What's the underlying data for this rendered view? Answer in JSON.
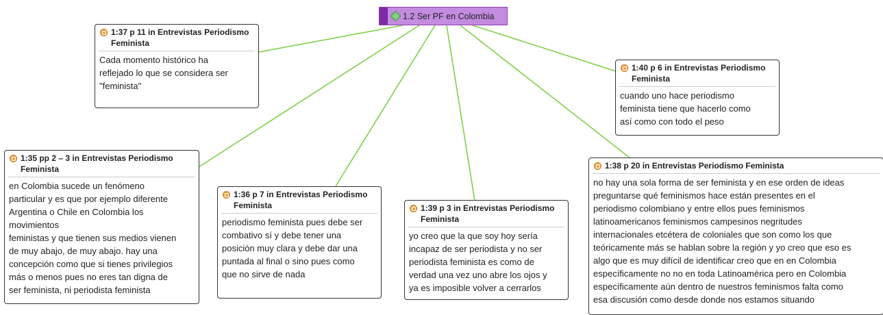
{
  "code": {
    "label": "1.2 Ser PF en Colombia",
    "icon": "code-diamond-icon"
  },
  "colors": {
    "code_fill": "#c48be0",
    "code_bar": "#7e2aa8",
    "link": "#7fd04a",
    "quote_icon": "#f0a64a"
  },
  "quotes": [
    {
      "id": "q137",
      "title": "1:37 p 11 in Entrevistas Periodismo Feminista",
      "lines": [
        "Cada momento histórico ha",
        "reflejado lo que se considera ser",
        "\"feminista\""
      ]
    },
    {
      "id": "q140",
      "title": "1:40 p 6 in Entrevistas Periodismo Feminista",
      "lines": [
        "cuando uno hace periodismo",
        "feminista tiene que hacerlo como",
        "así como con todo el   peso"
      ]
    },
    {
      "id": "q135",
      "title": "1:35 pp 2 – 3 in Entrevistas Periodismo Feminista",
      "lines": [
        "en Colombia sucede un fenómeno",
        "particular y es que por ejemplo diferente",
        "Argentina o Chile en Colombia los",
        "movimientos",
        "feministas y que tienen sus medios vienen",
        "de muy abajo, de muy abajo. hay una",
        "concepción como que si tienes privilegios",
        "más o menos pues no eres tan digna de",
        "ser   feminista, ni periodista feminista"
      ]
    },
    {
      "id": "q136",
      "title": "1:36 p 7 in Entrevistas Periodismo Feminista",
      "lines": [
        "periodismo feminista pues debe ser",
        "combativo sí y debe tener una",
        "posición muy   clara y debe dar una",
        "puntada al final o sino pues como",
        "que no sirve de nada"
      ]
    },
    {
      "id": "q139",
      "title": "1:39 p 3 in Entrevistas Periodismo Feminista",
      "lines": [
        "yo creo que la que soy hoy sería",
        "incapaz de ser periodista y no ser",
        "periodista feminista es como de",
        "verdad una vez uno abre los ojos y",
        "ya es imposible   volver a cerrarlos"
      ]
    },
    {
      "id": "q138",
      "title": "1:38 p 20 in Entrevistas Periodismo Feminista",
      "lines": [
        "no hay una sola forma de ser feminista y   en ese orden de ideas",
        "preguntarse qué feminismos hace están presentes en el",
        "periodismo colombiano y entre ellos pues feminismos",
        "latinoamericanos feminismos   campesinos negritudes",
        "internacionales etcétera de coloniales que son como los que",
        "teóricamente más se hablan sobre la región y yo creo que eso es",
        "algo que es muy difícil   de identificar creo que en en Colombia",
        "específicamente no no en toda Latinoamérica pero   en Colombia",
        "específicamente aún dentro de nuestros feminismos falta como",
        "esa   discusión como desde donde nos estamos situando"
      ]
    }
  ]
}
